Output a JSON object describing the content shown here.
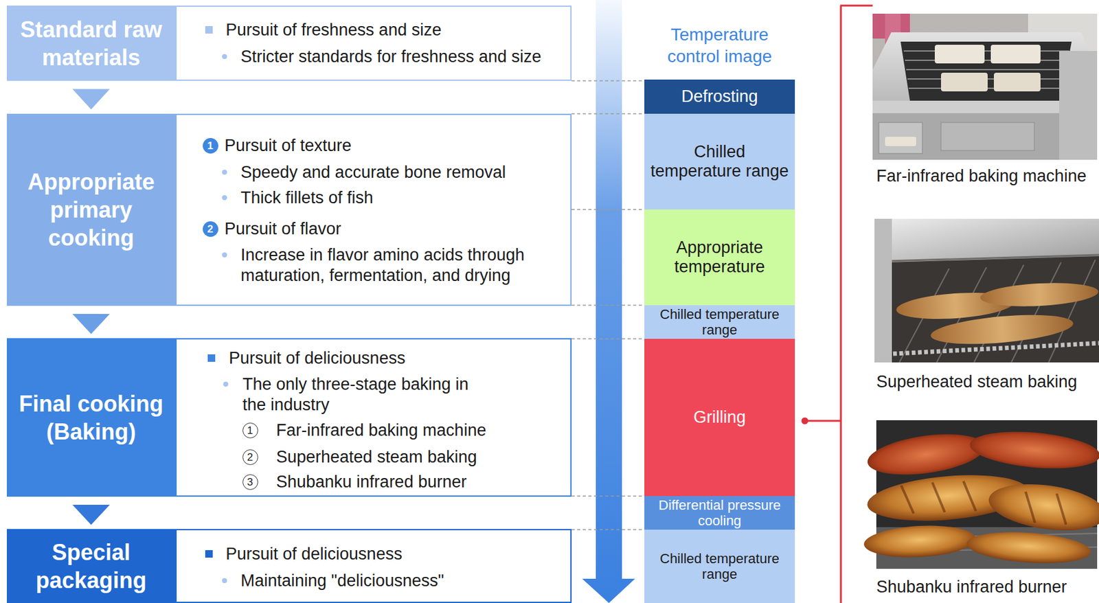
{
  "diagram": {
    "nodes": [
      {
        "text": [
          "Standard raw materials"
        ]
      },
      {
        "text": [
          "Pursuit of freshness and size",
          "Stricter standards for freshness and size"
        ]
      },
      {
        "text": [
          "Appropriate primary cooking"
        ]
      },
      {
        "text": [
          "1",
          "Pursuit of texture",
          "Speedy and accurate bone removal",
          "Thick fillets of fish",
          "2",
          "Pursuit of flavor",
          "Increase in flavor amino acids through maturation, fermentation, and drying"
        ]
      },
      {
        "text": [
          "Final cooking (Baking)"
        ]
      },
      {
        "text": [
          "Pursuit of deliciousness",
          "The only three-stage baking in the industry",
          "1",
          "Far-infrared baking machine",
          "2",
          "Superheated steam baking",
          "3",
          "Shubanku infrared burner"
        ]
      },
      {
        "text": [
          "Special packaging"
        ]
      },
      {
        "text": [
          "Pursuit of deliciousness",
          "Maintaining \"deliciousness\""
        ]
      },
      {
        "text": [
          "Defrosting"
        ]
      },
      {
        "text": [
          "Chilled temperature range"
        ]
      },
      {
        "text": [
          "Appropriate temperature"
        ]
      },
      {
        "text": [
          "Chilled temperature range"
        ]
      },
      {
        "text": [
          "Grilling"
        ]
      },
      {
        "text": [
          "Differential pressure cooling"
        ]
      },
      {
        "text": [
          "Chilled temperature range"
        ]
      }
    ],
    "edges": [
      {
        "from": 0,
        "to": 2,
        "arrow": "to"
      },
      {
        "from": 2,
        "to": 4,
        "arrow": "to"
      },
      {
        "from": 4,
        "to": 6,
        "arrow": "to"
      }
    ],
    "labels": [
      "Temperature control image",
      "Far-infrared baking machine",
      "Superheated steam baking",
      "Shubanku infrared burner"
    ]
  }
}
